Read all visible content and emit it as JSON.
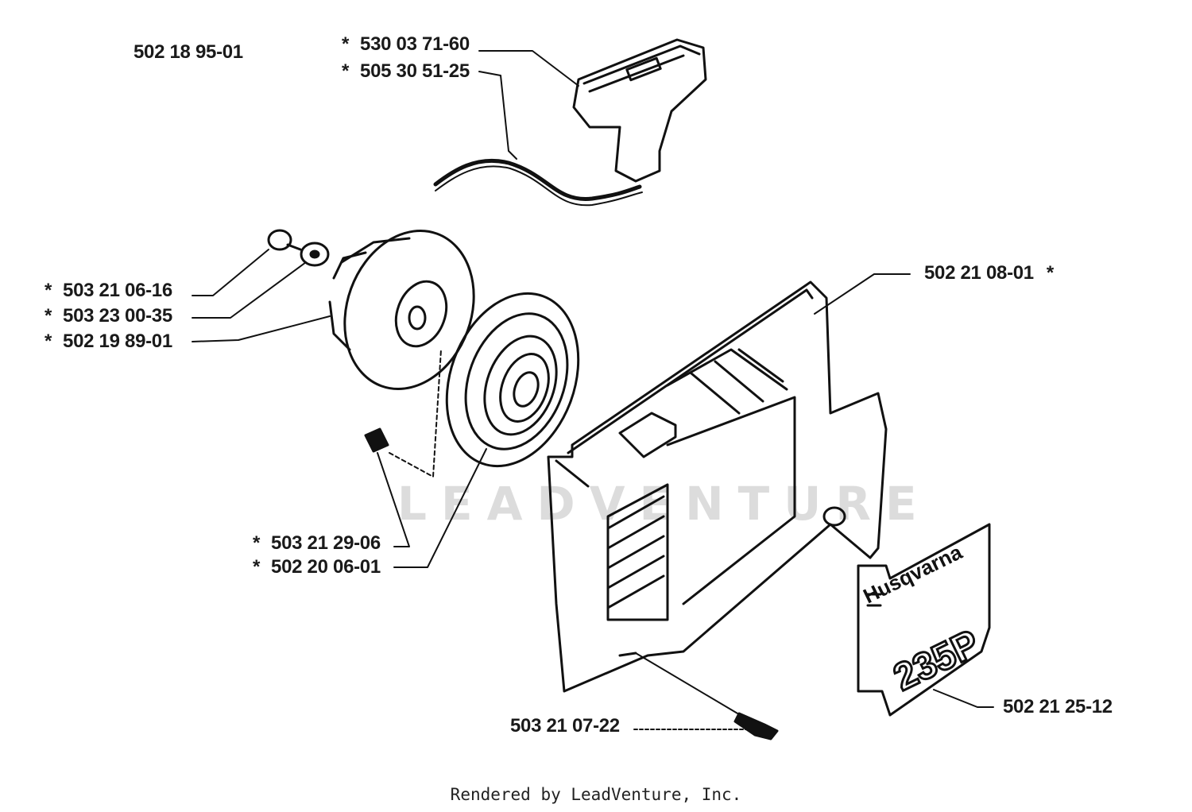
{
  "assembly_number": "502 18 95-01",
  "parts": [
    {
      "id": "p1",
      "number": "530 03 71-60",
      "asterisk": "*"
    },
    {
      "id": "p2",
      "number": "505 30 51-25",
      "asterisk": "*"
    },
    {
      "id": "p3",
      "number": "503 21 06-16",
      "asterisk": "*"
    },
    {
      "id": "p4",
      "number": "503 23 00-35",
      "asterisk": "*"
    },
    {
      "id": "p5",
      "number": "502 19 89-01",
      "asterisk": "*"
    },
    {
      "id": "p6",
      "number": "502 21 08-01",
      "asterisk": "*"
    },
    {
      "id": "p7",
      "number": "503 21 29-06",
      "asterisk": "*"
    },
    {
      "id": "p8",
      "number": "502 20 06-01",
      "asterisk": "*"
    },
    {
      "id": "p9",
      "number": "503 21 07-22",
      "asterisk": ""
    },
    {
      "id": "p10",
      "number": "502 21 25-12",
      "asterisk": ""
    }
  ],
  "decal": {
    "brand": "Husqvarna",
    "model": "235P"
  },
  "watermark": "LEADVENTURE",
  "footer": "Rendered by LeadVenture, Inc."
}
